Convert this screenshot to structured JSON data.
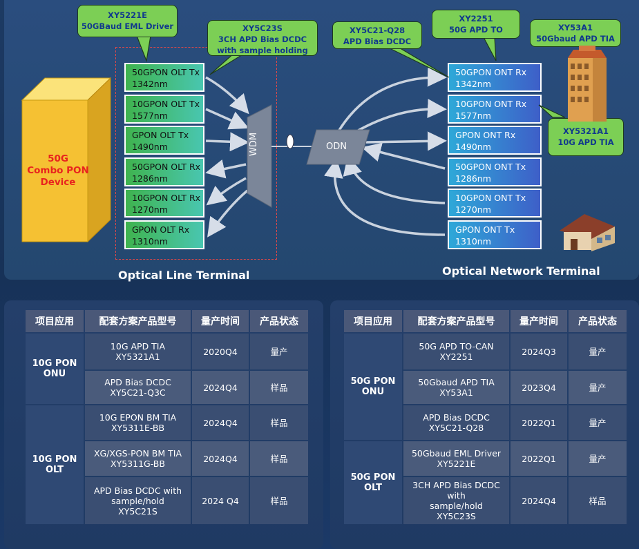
{
  "callouts": {
    "eml_driver": [
      "XY5221E",
      "50GBaud EML Driver"
    ],
    "apd_bias_3ch": [
      "XY5C23S",
      "3CH APD Bias DCDC",
      "with sample holding"
    ],
    "apd_bias_q28": [
      "XY5C21-Q28",
      "APD Bias DCDC"
    ],
    "apd_to": [
      "XY2251",
      "50G APD TO"
    ],
    "apd_tia_50g": [
      "XY53A1",
      "50Gbaud APD TIA"
    ],
    "apd_tia_10g": [
      "XY5321A1",
      "10G APD TIA"
    ]
  },
  "device": {
    "lines": [
      "50G",
      "Combo PON",
      "Device"
    ]
  },
  "olt_ports": [
    {
      "name": "50GPON OLT Tx",
      "wl": "1342nm"
    },
    {
      "name": "10GPON OLT Tx",
      "wl": "1577nm"
    },
    {
      "name": "GPON OLT Tx",
      "wl": "1490nm"
    },
    {
      "name": "50GPON OLT Rx",
      "wl": "1286nm"
    },
    {
      "name": "10GPON OLT Rx",
      "wl": "1270nm"
    },
    {
      "name": "GPON OLT Rx",
      "wl": "1310nm"
    }
  ],
  "ont_ports": [
    {
      "name": "50GPON ONT Rx",
      "wl": "1342nm"
    },
    {
      "name": "10GPON ONT Rx",
      "wl": "1577nm"
    },
    {
      "name": "GPON ONT Rx",
      "wl": "1490nm"
    },
    {
      "name": "50GPON ONT Tx",
      "wl": "1286nm"
    },
    {
      "name": "10GPON ONT Tx",
      "wl": "1270nm"
    },
    {
      "name": "GPON ONT Tx",
      "wl": "1310nm"
    }
  ],
  "wdm_label": "WDM",
  "odn_label": "ODN",
  "olt_title": "Optical Line Terminal",
  "ont_title": "Optical Network Terminal",
  "table_headers": [
    "项目应用",
    "配套方案产品型号",
    "量产时间",
    "产品状态"
  ],
  "left_table": {
    "groups": [
      {
        "name": "10G PON ONU",
        "rows": [
          {
            "product": [
              "10G APD TIA",
              "XY5321A1"
            ],
            "time": "2020Q4",
            "status": "量产"
          },
          {
            "product": [
              "APD Bias DCDC",
              "XY5C21-Q3C"
            ],
            "time": "2024Q4",
            "status": "样品"
          }
        ]
      },
      {
        "name": "10G PON OLT",
        "rows": [
          {
            "product": [
              "10G EPON BM TIA",
              "XY5311E-BB"
            ],
            "time": "2024Q4",
            "status": "样品"
          },
          {
            "product": [
              "XG/XGS-PON BM TIA",
              "XY5311G-BB"
            ],
            "time": "2024Q4",
            "status": "样品"
          },
          {
            "product": [
              "APD Bias DCDC with",
              "sample/hold",
              "XY5C21S"
            ],
            "time": "2024 Q4",
            "status": "样品"
          }
        ]
      }
    ]
  },
  "right_table": {
    "groups": [
      {
        "name": "50G PON ONU",
        "rows": [
          {
            "product": [
              "50G APD TO-CAN",
              "XY2251"
            ],
            "time": "2024Q3",
            "status": "量产"
          },
          {
            "product": [
              "50Gbaud APD TIA",
              "XY53A1"
            ],
            "time": "2023Q4",
            "status": "量产"
          },
          {
            "product": [
              "APD Bias DCDC",
              "XY5C21-Q28"
            ],
            "time": "2022Q1",
            "status": "量产"
          }
        ]
      },
      {
        "name": "50G PON OLT",
        "rows": [
          {
            "product": [
              "50Gbaud EML Driver",
              "XY5221E"
            ],
            "time": "2022Q1",
            "status": "量产"
          },
          {
            "product": [
              "3CH APD Bias DCDC with",
              "sample/hold",
              "XY5C23S"
            ],
            "time": "2024Q4",
            "status": "样品"
          }
        ]
      }
    ]
  },
  "colors": {
    "olt_port": "#49c6b0",
    "ont_port": "#3e5fc8",
    "callout": "#7ccf55",
    "device": "#f5c133"
  }
}
